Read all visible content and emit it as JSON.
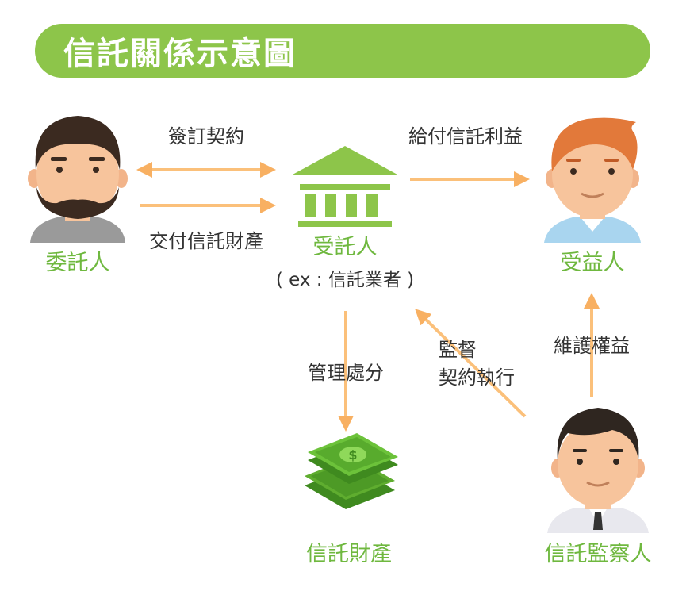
{
  "title": "信託關係示意圖",
  "nodes": {
    "settlor": {
      "label": "委託人"
    },
    "trustee": {
      "label": "受託人",
      "sublabel": "( ex : 信託業者 )"
    },
    "beneficiary": {
      "label": "受益人"
    },
    "trust_property": {
      "label": "信託財產"
    },
    "supervisor": {
      "label": "信託監察人"
    }
  },
  "edges": {
    "sign_contract": "簽訂契約",
    "deliver_property": "交付信託財產",
    "pay_benefit": "給付信託利益",
    "manage_dispose": "管理處分",
    "supervise_line1": "監督",
    "supervise_line2": "契約執行",
    "protect_rights": "維護權益"
  },
  "colors": {
    "accent_green": "#8dc54a",
    "label_green": "#6fb83f",
    "arrow_orange": "#fbc07a",
    "arrow_orange_dark": "#f8b062"
  },
  "icons": {
    "settlor": "bearded-man-icon",
    "trustee": "bank-building-icon",
    "beneficiary": "redhead-man-icon",
    "trust_property": "money-stack-icon",
    "supervisor": "suited-man-icon"
  }
}
